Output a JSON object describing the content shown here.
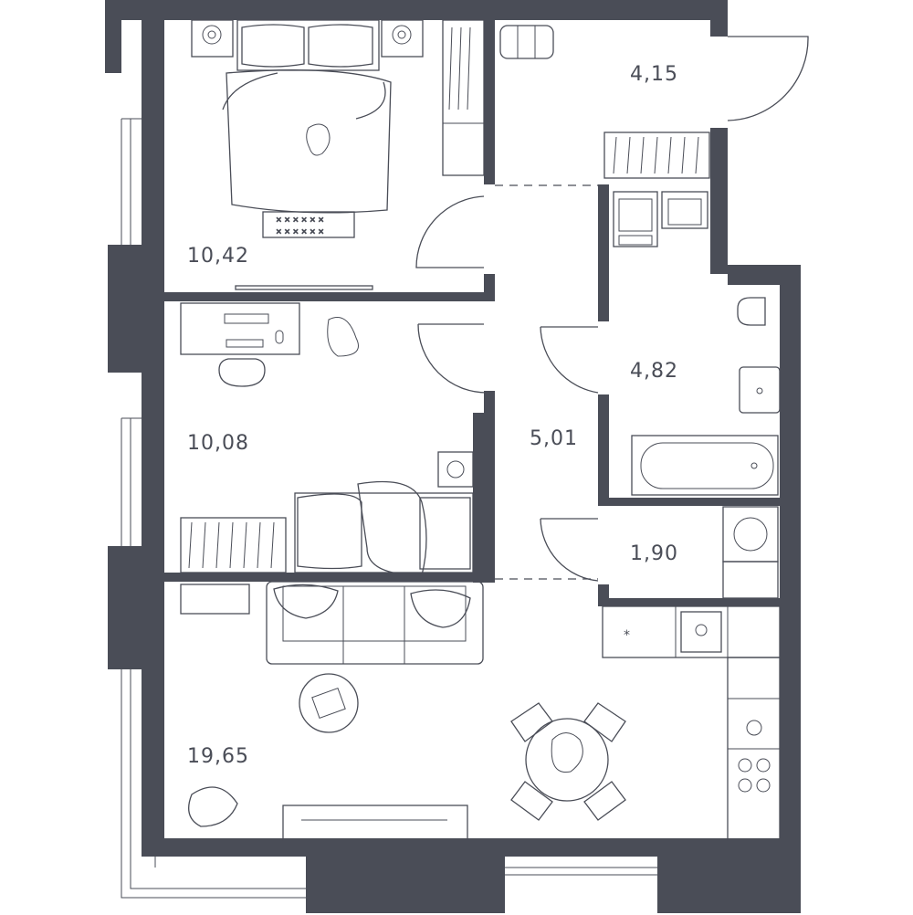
{
  "floor_plan": {
    "rooms": [
      {
        "id": "bedroom",
        "area": "10,42"
      },
      {
        "id": "storage",
        "area": "4,15"
      },
      {
        "id": "kids-room",
        "area": "10,08"
      },
      {
        "id": "hallway",
        "area": "5,01"
      },
      {
        "id": "bathroom",
        "area": "4,82"
      },
      {
        "id": "laundry",
        "area": "1,90"
      },
      {
        "id": "living-kitchen",
        "area": "19,65"
      }
    ],
    "colors": {
      "wall": "#4a4d57",
      "background": "#ffffff"
    }
  }
}
